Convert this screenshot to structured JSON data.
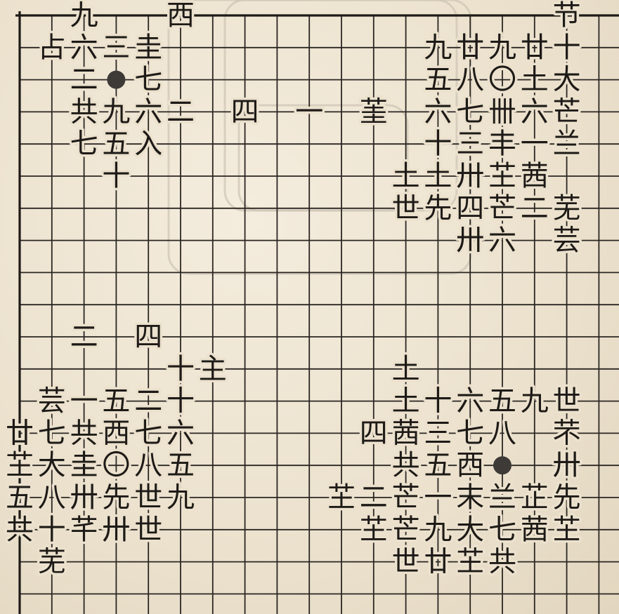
{
  "board": {
    "description": "Go game record diagram (board corner) with move numbers written in Chinese numerals",
    "stone_color": "#3d3a38",
    "paper_color": "#ebe1cd",
    "ink_color": "#1d1a17"
  },
  "marks": [
    {
      "col": 2,
      "row": 0,
      "text": "九"
    },
    {
      "col": 5,
      "row": 0,
      "text": "西"
    },
    {
      "col": 17,
      "row": 0,
      "text": "节"
    },
    {
      "col": 1,
      "row": 1,
      "text": "占"
    },
    {
      "col": 2,
      "row": 1,
      "text": "六"
    },
    {
      "col": 3,
      "row": 1,
      "text": "三"
    },
    {
      "col": 4,
      "row": 1,
      "text": "圭"
    },
    {
      "col": 13,
      "row": 1,
      "text": "九"
    },
    {
      "col": 14,
      "row": 1,
      "text": "廿"
    },
    {
      "col": 15,
      "row": 1,
      "text": "九"
    },
    {
      "col": 16,
      "row": 1,
      "text": "廿"
    },
    {
      "col": 17,
      "row": 1,
      "text": "十"
    },
    {
      "col": 2,
      "row": 2,
      "text": "二"
    },
    {
      "col": 3,
      "row": 2,
      "stone": "black"
    },
    {
      "col": 4,
      "row": 2,
      "text": "七"
    },
    {
      "col": 13,
      "row": 2,
      "text": "五"
    },
    {
      "col": 14,
      "row": 2,
      "text": "八"
    },
    {
      "col": 15,
      "row": 2,
      "text": "〇"
    },
    {
      "col": 16,
      "row": 2,
      "text": "土"
    },
    {
      "col": 17,
      "row": 2,
      "text": "大"
    },
    {
      "col": 2,
      "row": 3,
      "text": "共"
    },
    {
      "col": 3,
      "row": 3,
      "text": "九"
    },
    {
      "col": 4,
      "row": 3,
      "text": "六"
    },
    {
      "col": 5,
      "row": 3,
      "text": "二"
    },
    {
      "col": 7,
      "row": 3,
      "text": "四"
    },
    {
      "col": 9,
      "row": 3,
      "text": "一"
    },
    {
      "col": 11,
      "row": 3,
      "text": "茥"
    },
    {
      "col": 13,
      "row": 3,
      "text": "六"
    },
    {
      "col": 14,
      "row": 3,
      "text": "七"
    },
    {
      "col": 15,
      "row": 3,
      "text": "卌"
    },
    {
      "col": 16,
      "row": 3,
      "text": "六"
    },
    {
      "col": 17,
      "row": 3,
      "text": "芒"
    },
    {
      "col": 2,
      "row": 4,
      "text": "七"
    },
    {
      "col": 3,
      "row": 4,
      "text": "五"
    },
    {
      "col": 4,
      "row": 4,
      "text": "入"
    },
    {
      "col": 13,
      "row": 4,
      "text": "十"
    },
    {
      "col": 14,
      "row": 4,
      "text": "三"
    },
    {
      "col": 15,
      "row": 4,
      "text": "丰"
    },
    {
      "col": 16,
      "row": 4,
      "text": "一"
    },
    {
      "col": 17,
      "row": 4,
      "text": "兰"
    },
    {
      "col": 3,
      "row": 5,
      "text": "十"
    },
    {
      "col": 12,
      "row": 5,
      "text": "土"
    },
    {
      "col": 13,
      "row": 5,
      "text": "土"
    },
    {
      "col": 14,
      "row": 5,
      "text": "卅"
    },
    {
      "col": 15,
      "row": 5,
      "text": "芏"
    },
    {
      "col": 16,
      "row": 5,
      "text": "茜"
    },
    {
      "col": 12,
      "row": 6,
      "text": "世"
    },
    {
      "col": 13,
      "row": 6,
      "text": "先"
    },
    {
      "col": 14,
      "row": 6,
      "text": "四"
    },
    {
      "col": 15,
      "row": 6,
      "text": "芒"
    },
    {
      "col": 16,
      "row": 6,
      "text": "二"
    },
    {
      "col": 17,
      "row": 6,
      "text": "芜"
    },
    {
      "col": 14,
      "row": 7,
      "text": "卅"
    },
    {
      "col": 15,
      "row": 7,
      "text": "六"
    },
    {
      "col": 17,
      "row": 7,
      "text": "芸"
    },
    {
      "col": 2,
      "row": 10,
      "text": "二"
    },
    {
      "col": 4,
      "row": 10,
      "text": "四"
    },
    {
      "col": 5,
      "row": 11,
      "text": "十"
    },
    {
      "col": 6,
      "row": 11,
      "text": "主"
    },
    {
      "col": 12,
      "row": 11,
      "text": "土"
    },
    {
      "col": 1,
      "row": 12,
      "text": "芸"
    },
    {
      "col": 2,
      "row": 12,
      "text": "一"
    },
    {
      "col": 3,
      "row": 12,
      "text": "五"
    },
    {
      "col": 4,
      "row": 12,
      "text": "二"
    },
    {
      "col": 5,
      "row": 12,
      "text": "十"
    },
    {
      "col": 12,
      "row": 12,
      "text": "土"
    },
    {
      "col": 13,
      "row": 12,
      "text": "十"
    },
    {
      "col": 14,
      "row": 12,
      "text": "六"
    },
    {
      "col": 15,
      "row": 12,
      "text": "五"
    },
    {
      "col": 16,
      "row": 12,
      "text": "九"
    },
    {
      "col": 17,
      "row": 12,
      "text": "世"
    },
    {
      "col": 0,
      "row": 13,
      "text": "廿"
    },
    {
      "col": 1,
      "row": 13,
      "text": "七"
    },
    {
      "col": 2,
      "row": 13,
      "text": "共"
    },
    {
      "col": 3,
      "row": 13,
      "text": "西"
    },
    {
      "col": 4,
      "row": 13,
      "text": "七"
    },
    {
      "col": 5,
      "row": 13,
      "text": "六"
    },
    {
      "col": 11,
      "row": 13,
      "text": "四"
    },
    {
      "col": 12,
      "row": 13,
      "text": "茜"
    },
    {
      "col": 13,
      "row": 13,
      "text": "三"
    },
    {
      "col": 14,
      "row": 13,
      "text": "七"
    },
    {
      "col": 15,
      "row": 13,
      "text": "八"
    },
    {
      "col": 17,
      "row": 13,
      "text": "芣"
    },
    {
      "col": 0,
      "row": 14,
      "text": "芏"
    },
    {
      "col": 1,
      "row": 14,
      "text": "大"
    },
    {
      "col": 2,
      "row": 14,
      "text": "圭"
    },
    {
      "col": 3,
      "row": 14,
      "text": "〇"
    },
    {
      "col": 4,
      "row": 14,
      "text": "八"
    },
    {
      "col": 5,
      "row": 14,
      "text": "五"
    },
    {
      "col": 12,
      "row": 14,
      "text": "共"
    },
    {
      "col": 13,
      "row": 14,
      "text": "五"
    },
    {
      "col": 14,
      "row": 14,
      "text": "西"
    },
    {
      "col": 15,
      "row": 14,
      "stone": "black"
    },
    {
      "col": 17,
      "row": 14,
      "text": "卅"
    },
    {
      "col": 0,
      "row": 15,
      "text": "五"
    },
    {
      "col": 1,
      "row": 15,
      "text": "八"
    },
    {
      "col": 2,
      "row": 15,
      "text": "卅"
    },
    {
      "col": 3,
      "row": 15,
      "text": "先"
    },
    {
      "col": 4,
      "row": 15,
      "text": "世"
    },
    {
      "col": 5,
      "row": 15,
      "text": "九"
    },
    {
      "col": 10,
      "row": 15,
      "text": "芏"
    },
    {
      "col": 11,
      "row": 15,
      "text": "二"
    },
    {
      "col": 12,
      "row": 15,
      "text": "芒"
    },
    {
      "col": 13,
      "row": 15,
      "text": "一"
    },
    {
      "col": 14,
      "row": 15,
      "text": "末"
    },
    {
      "col": 15,
      "row": 15,
      "text": "兰"
    },
    {
      "col": 16,
      "row": 15,
      "text": "芷"
    },
    {
      "col": 17,
      "row": 15,
      "text": "先"
    },
    {
      "col": 0,
      "row": 16,
      "text": "共"
    },
    {
      "col": 1,
      "row": 16,
      "text": "十"
    },
    {
      "col": 2,
      "row": 16,
      "text": "芊"
    },
    {
      "col": 3,
      "row": 16,
      "text": "卅"
    },
    {
      "col": 4,
      "row": 16,
      "text": "世"
    },
    {
      "col": 11,
      "row": 16,
      "text": "芏"
    },
    {
      "col": 12,
      "row": 16,
      "text": "芒"
    },
    {
      "col": 13,
      "row": 16,
      "text": "九"
    },
    {
      "col": 14,
      "row": 16,
      "text": "大"
    },
    {
      "col": 15,
      "row": 16,
      "text": "七"
    },
    {
      "col": 16,
      "row": 16,
      "text": "茜"
    },
    {
      "col": 17,
      "row": 16,
      "text": "芏"
    },
    {
      "col": 1,
      "row": 17,
      "text": "芜"
    },
    {
      "col": 12,
      "row": 17,
      "text": "世"
    },
    {
      "col": 13,
      "row": 17,
      "text": "廿"
    },
    {
      "col": 14,
      "row": 17,
      "text": "芏"
    },
    {
      "col": 15,
      "row": 17,
      "text": "共"
    }
  ]
}
